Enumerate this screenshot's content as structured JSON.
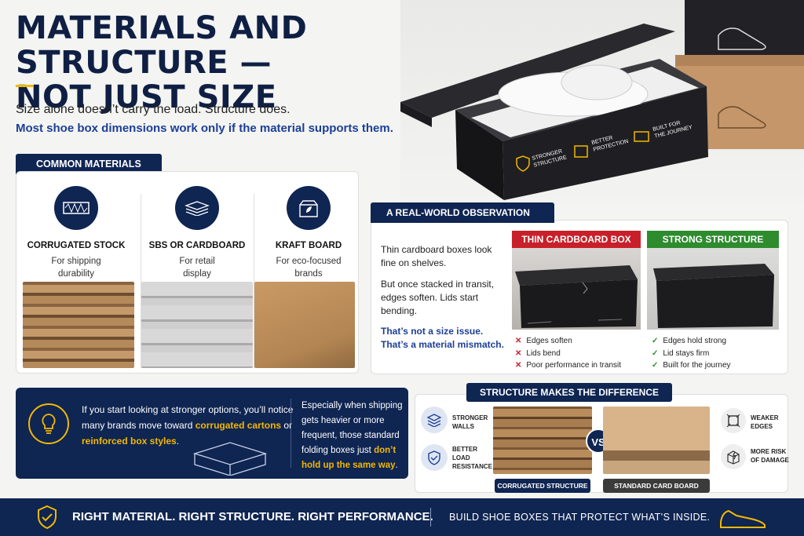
{
  "header": {
    "title_line1": "MATERIALS AND STRUCTURE —",
    "title_line2": "NOT JUST SIZE",
    "sub1": "Size alone doesn’t carry the load. Structure does.",
    "sub2": "Most shoe box dimensions work only if the material supports them."
  },
  "hero": {
    "badge1_line1": "STRONGER",
    "badge1_line2": "STRUCTURE",
    "badge2_line1": "BETTER",
    "badge2_line2": "PROTECTION",
    "badge3_line1": "BUILT FOR",
    "badge3_line2": "THE JOURNEY"
  },
  "materials": {
    "tab": "COMMON MATERIALS",
    "items": [
      {
        "name": "CORRUGATED STOCK",
        "desc1": "For shipping",
        "desc2": "durability"
      },
      {
        "name": "SBS OR CARDBOARD",
        "desc1": "For retail",
        "desc2": "display"
      },
      {
        "name": "KRAFT BOARD",
        "desc1": "For eco-focused",
        "desc2": "brands"
      }
    ]
  },
  "observation": {
    "tab": "A REAL-WORLD OBSERVATION",
    "p1_l1": "Thin cardboard boxes look",
    "p1_l2": "fine on shelves.",
    "p2_l1": "But once stacked in transit,",
    "p2_l2": "edges soften. Lids start",
    "p2_l3": "bending.",
    "p3_l1": "That’s not a size issue.",
    "p3_l2": "That’s a material mismatch.",
    "thin_label": "THIN CARDBOARD BOX",
    "strong_label": "STRONG STRUCTURE",
    "thin_list": [
      "Edges soften",
      "Lids bend",
      "Poor performance in transit"
    ],
    "strong_list": [
      "Edges hold strong",
      "Lid stays firm",
      "Built for the journey"
    ]
  },
  "tip": {
    "l1": "If you start looking at stronger options, you’ll notice",
    "l2a": "many brands move toward ",
    "l2b": "corrugated cartons",
    "l2c": " or",
    "l3a": "reinforced box styles",
    "l3b": ".",
    "r1": "Especially when shipping",
    "r2": "gets heavier or more",
    "r3": "frequent, those standard",
    "r4a": "folding boxes just ",
    "r4b": "don’t",
    "r5": "hold up the same way",
    "r5b": "."
  },
  "structure": {
    "tab": "STRUCTURE MAKES THE DIFFERENCE",
    "left1_l1": "STRONGER",
    "left1_l2": "WALLS",
    "left2_l1": "BETTER",
    "left2_l2": "LOAD",
    "left2_l3": "RESISTANCE",
    "vs": "VS",
    "cap1": "CORRUGATED STRUCTURE",
    "cap2": "STANDARD CARD BOARD",
    "right1_l1": "WEAKER",
    "right1_l2": "EDGES",
    "right2_l1": "MORE RISK",
    "right2_l2": "OF DAMAGE"
  },
  "footer": {
    "left": "RIGHT MATERIAL. RIGHT STRUCTURE. RIGHT PERFORMANCE.",
    "right": "BUILD SHOE BOXES THAT PROTECT WHAT’S INSIDE."
  },
  "colors": {
    "navy": "#0f2552",
    "red": "#c8202a",
    "green": "#2e8b2e",
    "gold": "#f2b800"
  }
}
